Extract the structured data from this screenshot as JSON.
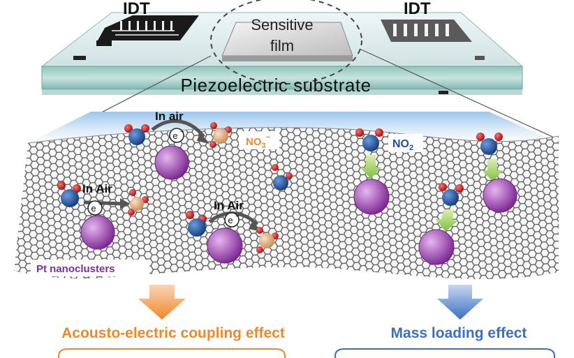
{
  "device": {
    "idt_left_label": "IDT",
    "idt_right_label": "IDT",
    "film_label_line1": "Sensitive",
    "film_label_line2": "film",
    "substrate_label": "Piezoelectric substrate"
  },
  "left_panel": {
    "reaction_labels": [
      "In air",
      "In Air",
      "In Air"
    ],
    "electron_label": "e",
    "electron_charge": "−",
    "product_label": "NO",
    "product_subscript": "3",
    "product_charge": "−",
    "nanocluster_label": "Pt nanoclusters",
    "effect_label": "Acousto-electric coupling effect"
  },
  "right_panel": {
    "gas_label": "NO",
    "gas_subscript": "2",
    "effect_label": "Mass loading effect"
  },
  "colors": {
    "orange_accent": "#f0882a",
    "blue_accent": "#3a6fc4",
    "purple_label": "#7a2f9e",
    "nitrogen": "#1f4e9c",
    "oxygen": "#d02020",
    "nanocluster": "#9b3fb0",
    "product_atom": "#e8b486"
  }
}
